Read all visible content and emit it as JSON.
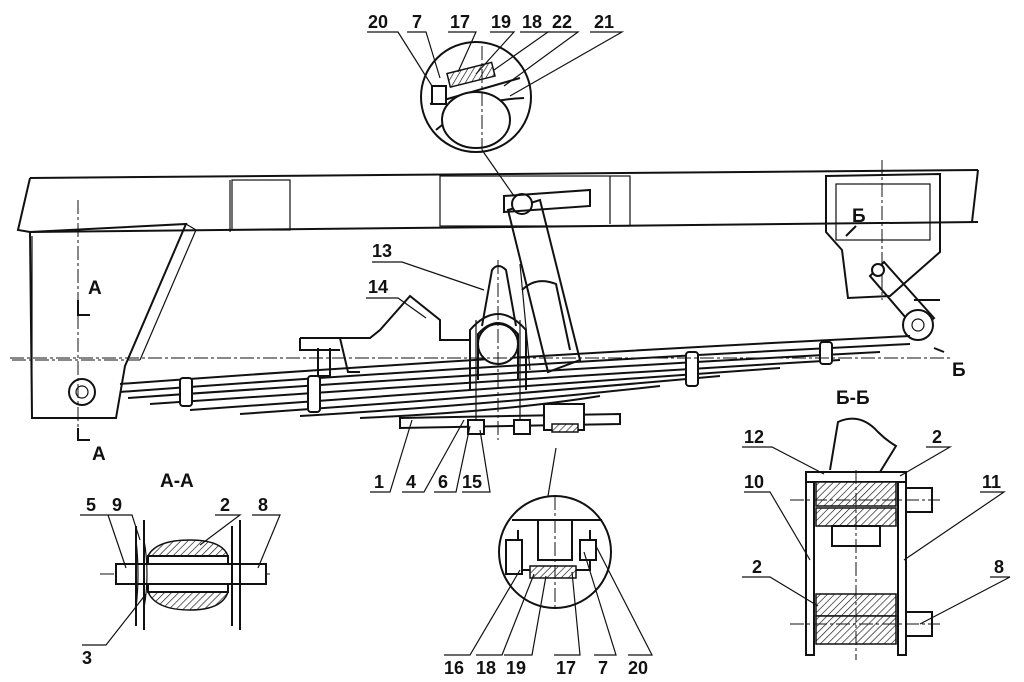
{
  "labels": {
    "l20a": "20",
    "l7a": "7",
    "l17a": "17",
    "l19a": "19",
    "l18a": "18",
    "l22": "22",
    "l21": "21",
    "l13": "13",
    "l14": "14",
    "l1": "1",
    "l4": "4",
    "l6": "6",
    "l15": "15",
    "l5": "5",
    "l9": "9",
    "l2a": "2",
    "l8a": "8",
    "l3": "3",
    "l16": "16",
    "l18b": "18",
    "l19b": "19",
    "l17b": "17",
    "l7b": "7",
    "l20b": "20",
    "l12": "12",
    "l2b": "2",
    "l10": "10",
    "l11": "11",
    "l2c": "2",
    "l8b": "8"
  },
  "sections": {
    "a_left": "А",
    "a_bottom": "А",
    "aa_title": "А-А",
    "b_top": "Б",
    "b_right": "Б",
    "bb_title": "Б-Б"
  },
  "colors": {
    "ink": "#111111",
    "paper": "#ffffff"
  }
}
